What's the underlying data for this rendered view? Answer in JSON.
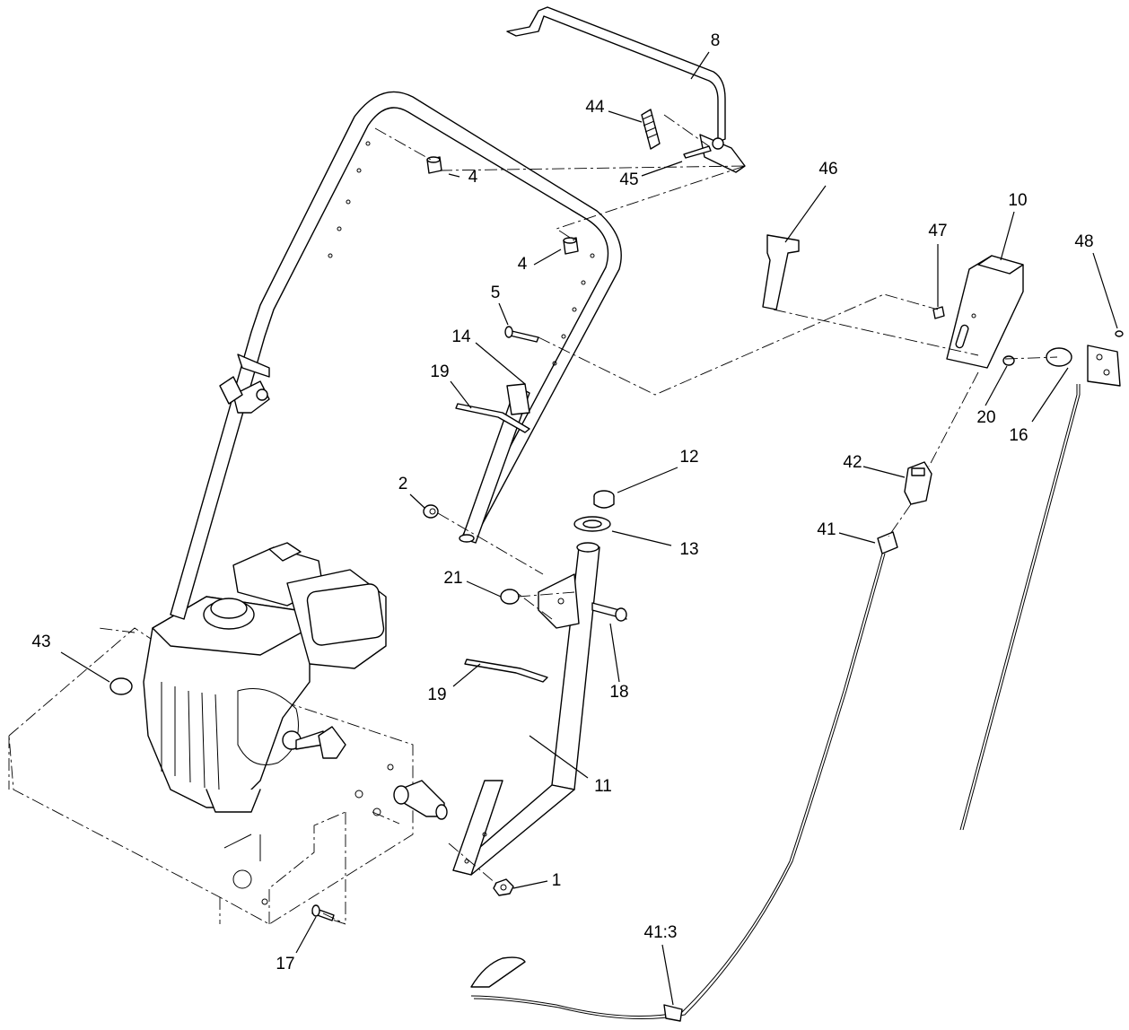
{
  "callouts": [
    {
      "id": "c8",
      "text": "8"
    },
    {
      "id": "c44",
      "text": "44"
    },
    {
      "id": "c45",
      "text": "45"
    },
    {
      "id": "c4a",
      "text": "4"
    },
    {
      "id": "c4b",
      "text": "4"
    },
    {
      "id": "c5",
      "text": "5"
    },
    {
      "id": "c14",
      "text": "14"
    },
    {
      "id": "c19a",
      "text": "19"
    },
    {
      "id": "c46",
      "text": "46"
    },
    {
      "id": "c10",
      "text": "10"
    },
    {
      "id": "c47",
      "text": "47"
    },
    {
      "id": "c48",
      "text": "48"
    },
    {
      "id": "c20",
      "text": "20"
    },
    {
      "id": "c16",
      "text": "16"
    },
    {
      "id": "c12",
      "text": "12"
    },
    {
      "id": "c2",
      "text": "2"
    },
    {
      "id": "c13",
      "text": "13"
    },
    {
      "id": "c42",
      "text": "42"
    },
    {
      "id": "c41",
      "text": "41"
    },
    {
      "id": "c21",
      "text": "21"
    },
    {
      "id": "c43",
      "text": "43"
    },
    {
      "id": "c18",
      "text": "18"
    },
    {
      "id": "c19b",
      "text": "19"
    },
    {
      "id": "c11",
      "text": "11"
    },
    {
      "id": "c1",
      "text": "1"
    },
    {
      "id": "c17",
      "text": "17"
    },
    {
      "id": "c413",
      "text": "41:3"
    }
  ]
}
